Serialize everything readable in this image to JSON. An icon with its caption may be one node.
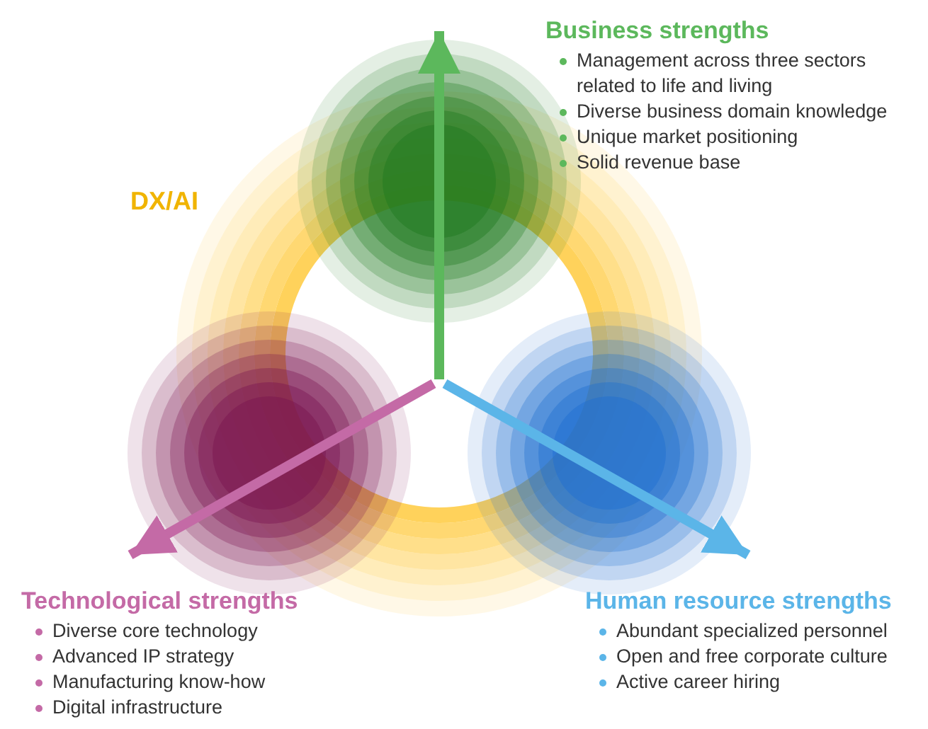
{
  "diagram": {
    "nodes": [
      {
        "text": [
          "Business strengths",
          "Management across three sectors related to life and living",
          "Diverse business domain knowledge",
          "Unique market positioning",
          "Solid revenue base"
        ]
      },
      {
        "text": [
          "Technological strengths",
          "Diverse core technology",
          "Advanced IP strategy",
          "Manufacturing know-how",
          "Digital infrastructure"
        ]
      },
      {
        "text": [
          "Human resource strengths",
          "Abundant specialized personnel",
          "Open and free corporate culture",
          "Active career hiring"
        ]
      }
    ],
    "edges": [
      {
        "from": null,
        "to": 0,
        "arrow": "to",
        "color": "#5cb85c"
      },
      {
        "from": null,
        "to": 1,
        "arrow": "to",
        "color": "#c46aa6"
      },
      {
        "from": null,
        "to": 2,
        "arrow": "to",
        "color": "#5bb5e8"
      }
    ],
    "labels": [
      "DX/AI"
    ]
  }
}
